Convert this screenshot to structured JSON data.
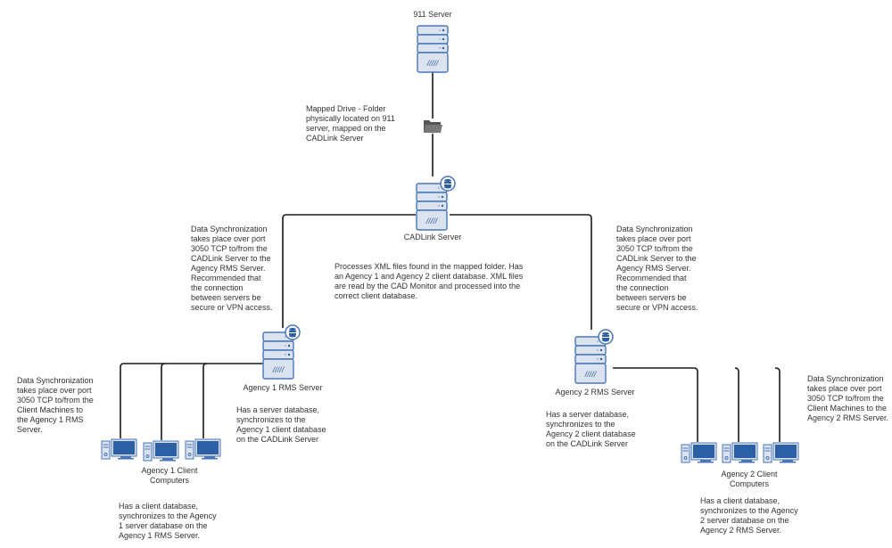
{
  "colors": {
    "icon_fill": "#dbe3f0",
    "icon_stroke": "#4a76b8",
    "icon_dark": "#2f5e9e",
    "screen": "#2c5fa3",
    "line": "#1a1a1a",
    "folder": "#555555",
    "text": "#333333"
  },
  "nodes": {
    "server_911": {
      "label": "911 Server"
    },
    "folder": {
      "label": "Mapped Drive - Folder\nphysically located on 911\nserver, mapped on the\nCADLink Server"
    },
    "cadlink": {
      "label": "CADLink Server",
      "description": "Processes  XML files found in the mapped folder.  Has\nan Agency 1 and Agency 2 client database.  XML files\nare read by the CAD Monitor and processed into the\ncorrect client database."
    },
    "agency1_rms": {
      "label": "Agency 1 RMS Server",
      "description": "Has a server database,\nsynchronizes to the\n Agency 1 client database\non the CADLink Server"
    },
    "agency2_rms": {
      "label": "Agency 2 RMS Server",
      "description": "Has a server database,\nsynchronizes to the\nAgency 2 client database\non the CADLink Server"
    },
    "agency1_clients": {
      "label": "Agency 1 Client\nComputers",
      "description": "Has a client database,\nsynchronizes to the  Agency\n1 server database on the\nAgency 1 RMS Server."
    },
    "agency2_clients": {
      "label": "Agency 2 Client\nComputers",
      "description": "Has a client database,\nsynchronizes to the  Agency\n2 server database on the\nAgency 2 RMS Server."
    }
  },
  "notes": {
    "sync_left": "Data Synchronization\ntakes place over port\n3050 TCP to/from the\nCADLink Server to the\nAgency RMS Server.\n Recommended that\nthe connection\nbetween servers be\nsecure or VPN access.",
    "sync_right": "Data Synchronization\ntakes place over port\n3050 TCP to/from the\nCADLink Server to the\nAgency RMS Server.\n Recommended that\nthe connection\nbetween servers be\nsecure or VPN access.",
    "clients1_sync": "Data Synchronization\ntakes place over port\n3050 TCP to/from the\nClient Machines to\nthe Agency 1 RMS\nServer.",
    "clients2_sync": "Data Synchronization\ntakes place over port\n3050 TCP to/from the\nClient Machines to the\nAgency 2 RMS Server."
  }
}
